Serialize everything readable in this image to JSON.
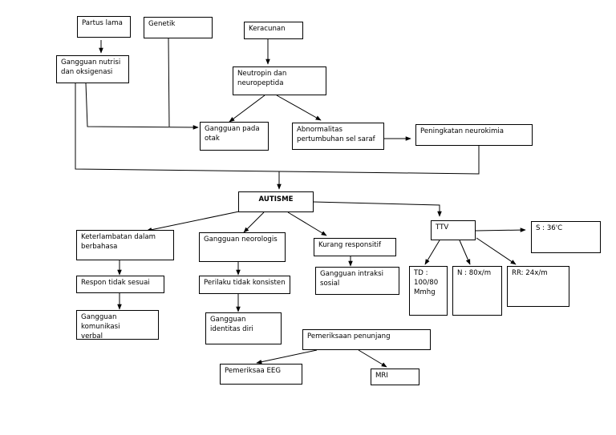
{
  "diagram": {
    "nodes": {
      "partus_lama": "Partus lama",
      "genetik": "Genetik",
      "keracunan": "Keracunan",
      "gangguan_nutrisi": "Gangguan nutrisi\ndan oksigenasi",
      "neutropin": "Neutropin dan\nneuropeptida",
      "gangguan_otak": "Gangguan pada\notak",
      "abnormalitas": "Abnormalitas\npertumbuhan sel saraf",
      "peningkatan": "Peningkatan neurokimia",
      "autisme": "AUTISME",
      "keterlambatan": "Keterlambatan dalam\nberbahasa",
      "gangguan_neorologis": "Gangguan neorologis",
      "kurang_responsitif": "Kurang responsitif",
      "ttv": "TTV",
      "suhu": "S : 36'C",
      "respon": "Respon tidak sesuai",
      "perilaku": "Perilaku tidak konsisten",
      "gangguan_interaksi": "Gangguan intraksi\nsosial",
      "td": "TD :\n100/80\nMmhg",
      "nadi": "N : 80x/m",
      "rr": "RR: 24x/m",
      "komunikasi": "Gangguan komunikasi\nverbal",
      "identitas": "Gangguan\nidentitas diri",
      "pemeriksaan_penunjang": "Pemeriksaan penunjang",
      "eeg": "Pemeriksaa EEG",
      "mri": "MRI"
    }
  }
}
